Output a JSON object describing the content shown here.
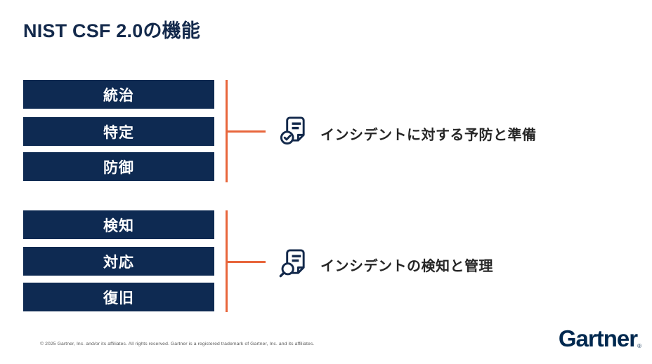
{
  "title": "NIST CSF 2.0の機能",
  "colors": {
    "box_navy": "#0E2A52",
    "title_navy": "#13294B",
    "accent_orange": "#E8663C",
    "description_text": "#262626",
    "footer_gray": "#5A5A5A",
    "logo_navy": "#00284F",
    "box_label": "#FFFFFF"
  },
  "groups": [
    {
      "boxes": [
        "統治",
        "特定",
        "防御"
      ],
      "icon": "document-check-icon",
      "description": "インシデントに対する予防と準備"
    },
    {
      "boxes": [
        "検知",
        "対応",
        "復旧"
      ],
      "icon": "document-search-icon",
      "description": "インシデントの検知と管理"
    }
  ],
  "footer": "© 2025 Gartner, Inc. and/or its affiliates. All rights reserved. Gartner is a registered trademark of Gartner, Inc. and its affiliates.",
  "logo": {
    "text": "Gartner",
    "registered_mark": "®"
  }
}
